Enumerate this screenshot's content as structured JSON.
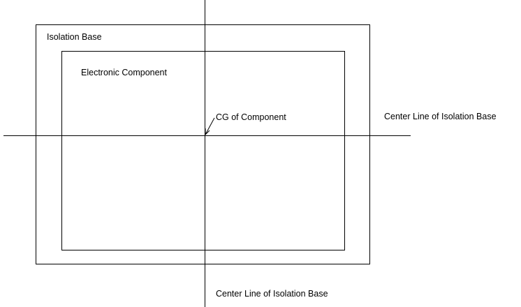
{
  "labels": {
    "isolation_base": "Isolation Base",
    "electronic_component": "Electronic Component",
    "cg_of_component": "CG of Component",
    "center_line_horizontal": "Center Line of Isolation Base",
    "center_line_vertical": "Center Line of Isolation Base"
  },
  "colors": {
    "line": "#000000",
    "background": "#ffffff"
  }
}
